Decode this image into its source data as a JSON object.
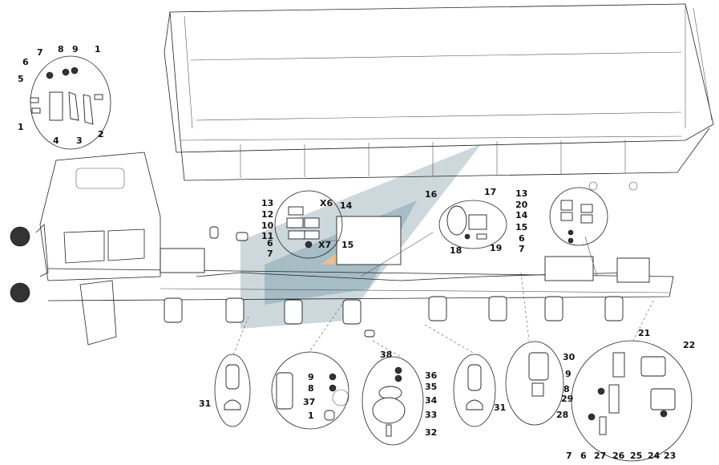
{
  "diagram": {
    "accent_color": "#9db6c0",
    "logo_shade_color": "#c8d4d9",
    "logo_accent_color": "#e5b88a",
    "callouts": [
      {
        "id": "c1a",
        "text": "1"
      },
      {
        "id": "c2",
        "text": "2"
      },
      {
        "id": "c3",
        "text": "3"
      },
      {
        "id": "c4",
        "text": "4"
      },
      {
        "id": "c5",
        "text": "5"
      },
      {
        "id": "c6a",
        "text": "6"
      },
      {
        "id": "c1b",
        "text": "1"
      },
      {
        "id": "c7a",
        "text": "7"
      },
      {
        "id": "c8a",
        "text": "8"
      },
      {
        "id": "c9a",
        "text": "9"
      },
      {
        "id": "c13a",
        "text": "13"
      },
      {
        "id": "c12",
        "text": "12"
      },
      {
        "id": "c10",
        "text": "10"
      },
      {
        "id": "c11",
        "text": "11"
      },
      {
        "id": "c6b",
        "text": "6"
      },
      {
        "id": "c7b",
        "text": "7"
      },
      {
        "id": "cx6",
        "text": "X6"
      },
      {
        "id": "c14a",
        "text": "14"
      },
      {
        "id": "cx7",
        "text": "X7"
      },
      {
        "id": "c15a",
        "text": "15"
      },
      {
        "id": "c16",
        "text": "16"
      },
      {
        "id": "c17",
        "text": "17"
      },
      {
        "id": "c18",
        "text": "18"
      },
      {
        "id": "c19",
        "text": "19"
      },
      {
        "id": "c13b",
        "text": "13"
      },
      {
        "id": "c20",
        "text": "20"
      },
      {
        "id": "c14b",
        "text": "14"
      },
      {
        "id": "c15b",
        "text": "15"
      },
      {
        "id": "c6c",
        "text": "6"
      },
      {
        "id": "c7c",
        "text": "7"
      },
      {
        "id": "c31a",
        "text": "31"
      },
      {
        "id": "c9b",
        "text": "9"
      },
      {
        "id": "c8b",
        "text": "8"
      },
      {
        "id": "c37",
        "text": "37"
      },
      {
        "id": "c1c",
        "text": "1"
      },
      {
        "id": "c38",
        "text": "38"
      },
      {
        "id": "c36",
        "text": "36"
      },
      {
        "id": "c35",
        "text": "35"
      },
      {
        "id": "c34",
        "text": "34"
      },
      {
        "id": "c33",
        "text": "33"
      },
      {
        "id": "c32",
        "text": "32"
      },
      {
        "id": "c31b",
        "text": "31"
      },
      {
        "id": "c30",
        "text": "30"
      },
      {
        "id": "c29",
        "text": "29"
      },
      {
        "id": "c28",
        "text": "28"
      },
      {
        "id": "c21",
        "text": "21"
      },
      {
        "id": "c22",
        "text": "22"
      },
      {
        "id": "c9c",
        "text": "9"
      },
      {
        "id": "c8c",
        "text": "8"
      },
      {
        "id": "c7d",
        "text": "7"
      },
      {
        "id": "c6d",
        "text": "6"
      },
      {
        "id": "c27",
        "text": "27"
      },
      {
        "id": "c26",
        "text": "26"
      },
      {
        "id": "c25",
        "text": "25"
      },
      {
        "id": "c24",
        "text": "24"
      },
      {
        "id": "c23",
        "text": "23"
      }
    ]
  }
}
